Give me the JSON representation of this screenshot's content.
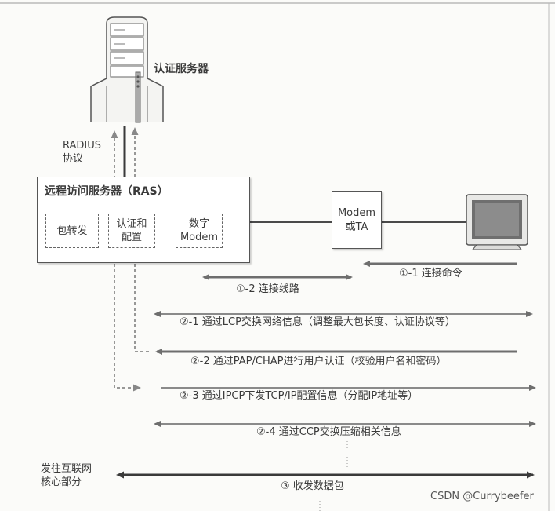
{
  "server": {
    "label": "认证服务器"
  },
  "radius": {
    "line1": "RADIUS",
    "line2": "协议"
  },
  "ras": {
    "title": "远程访问服务器（RAS）",
    "modules": {
      "packet": "包转发",
      "auth_line1": "认证和",
      "auth_line2": "配置",
      "digital_line1": "数字",
      "digital_line2": "Modem"
    }
  },
  "modem": {
    "line1": "Modem",
    "line2": "或TA"
  },
  "core": {
    "line1": "发往互联网",
    "line2": "核心部分"
  },
  "steps": {
    "s1_1": "①-1 连接命令",
    "s1_2": "①-2 连接线路",
    "s2_1": "②-1 通过LCP交换网络信息（调整最大包长度、认证协议等）",
    "s2_2": "②-2 通过PAP/CHAP进行用户认证（校验用户名和密码）",
    "s2_3": "②-3 通过IPCP下发TCP/IP配置信息（分配IP地址等）",
    "s2_4": "②-4 通过CCP交换压缩相关信息",
    "s3": "③ 收发数据包"
  },
  "watermark": "CSDN @Currybeefer",
  "colors": {
    "line": "#4a4a4a",
    "arrow": "#6e6e6e",
    "dash": "#777777"
  }
}
